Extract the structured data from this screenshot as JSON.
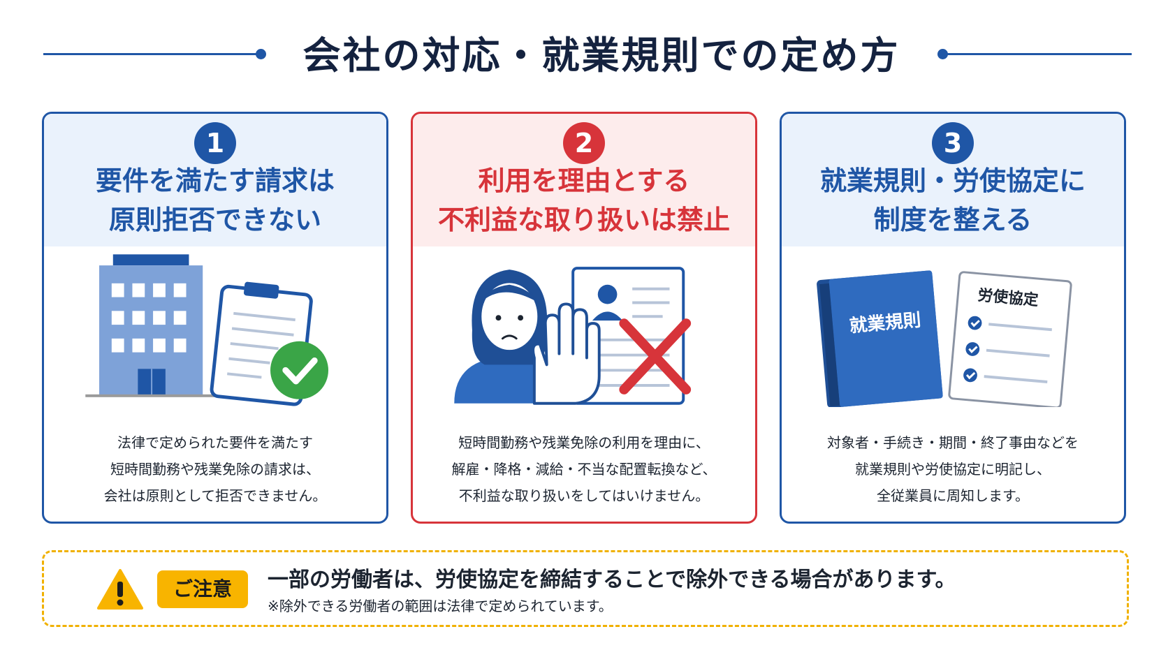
{
  "title": "会社の対応・就業規則での定め方",
  "cards": [
    {
      "number": "1",
      "heading_lines": [
        "要件を満たす請求は",
        "原則拒否できない"
      ],
      "desc_lines": [
        "法律で定められた要件を満たす",
        "短時間勤務や残業免除の請求は、",
        "会社は原則として拒否できません。"
      ],
      "icons": [
        "office-building-icon",
        "clipboard-icon",
        "check-circle-icon"
      ]
    },
    {
      "number": "2",
      "heading_lines": [
        "利用を理由とする",
        "不利益な取り扱いは禁止"
      ],
      "desc_lines": [
        "短時間勤務や残業免除の利用を理由に、",
        "解雇・降格・減給・不当な配置転換など、",
        "不利益な取り扱いをしてはいけません。"
      ],
      "icons": [
        "worried-woman-icon",
        "stop-hand-icon",
        "resume-document-icon",
        "red-cross-icon"
      ]
    },
    {
      "number": "3",
      "heading_lines": [
        "就業規則・労使協定に",
        "制度を整える"
      ],
      "desc_lines": [
        "対象者・手続き・期間・終了事由などを",
        "就業規則や労使協定に明記し、",
        "全従業員に周知します。"
      ],
      "book_label": "就業規則",
      "doc_label": "労使協定",
      "icons": [
        "rulebook-icon",
        "agreement-document-icon",
        "checklist-icon"
      ]
    }
  ],
  "notice": {
    "badge": "ご注意",
    "main": "一部の労働者は、労使協定を締結することで除外できる場合があります。",
    "sub": "※除外できる労働者の範囲は法律で定められています。",
    "icon": "warning-icon"
  },
  "colors": {
    "primary_blue": "#1f56a6",
    "alert_red": "#d7343a",
    "notice_yellow": "#f8b400",
    "check_green": "#3aa547"
  }
}
